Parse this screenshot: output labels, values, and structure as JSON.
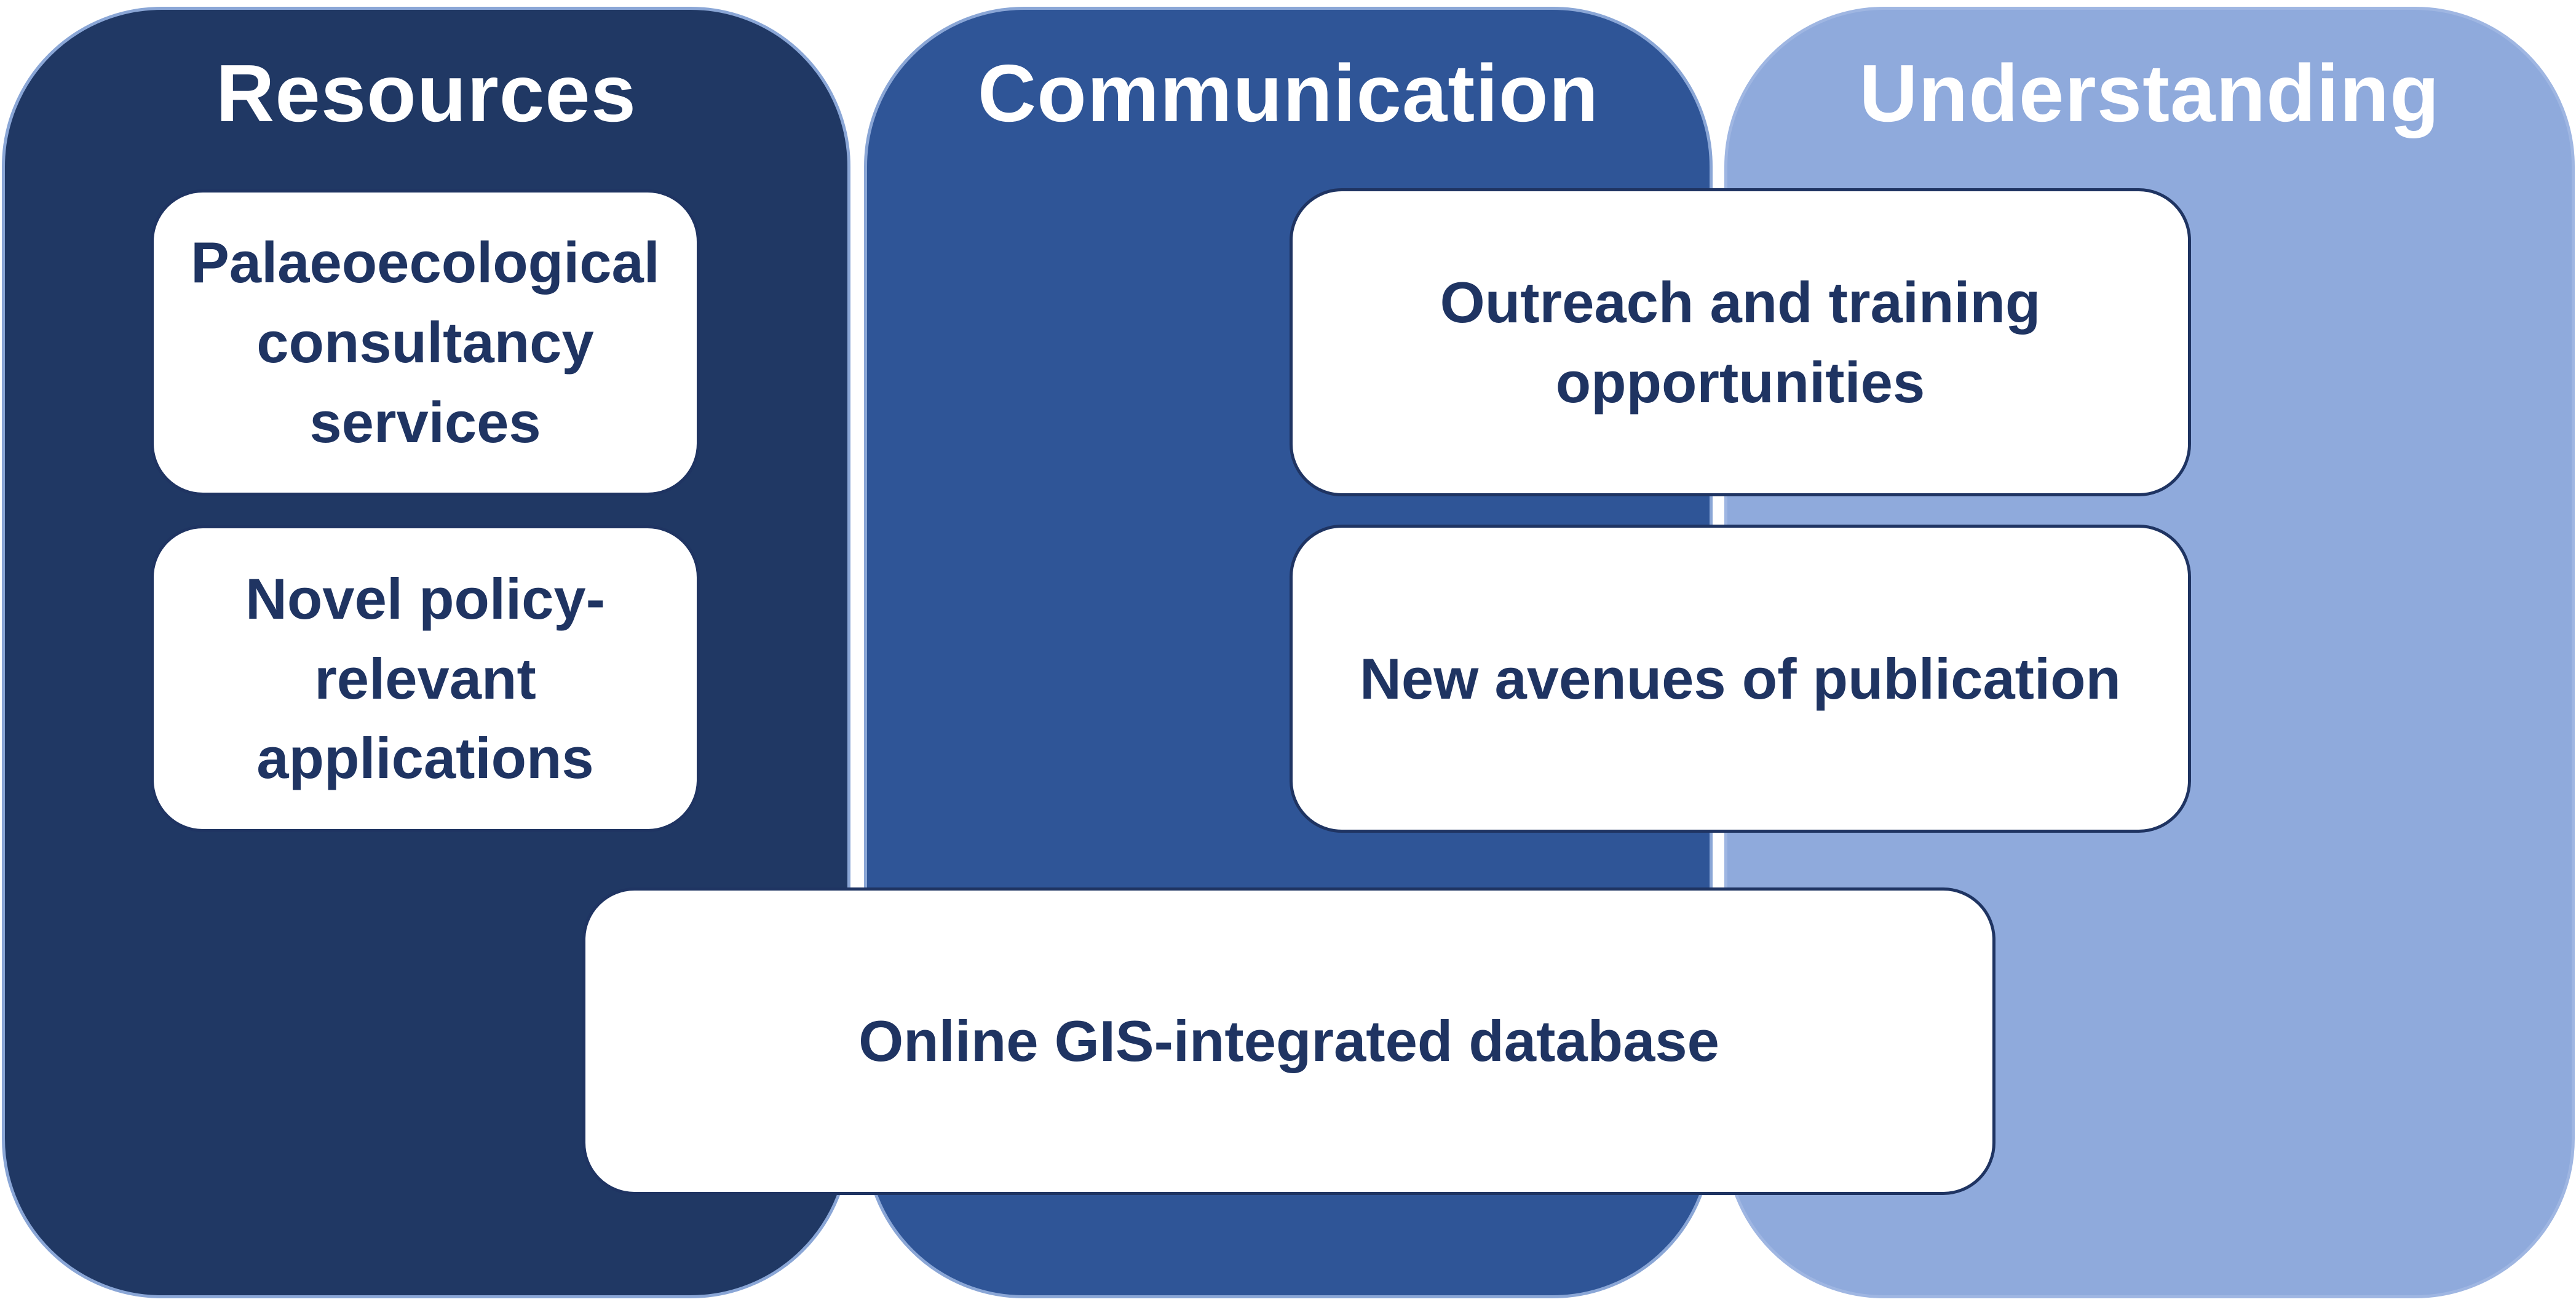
{
  "columns": [
    {
      "title": "Resources",
      "color": "#203864"
    },
    {
      "title": "Communication",
      "color": "#2f5597"
    },
    {
      "title": "Understanding",
      "color": "#8faadc"
    }
  ],
  "boxes": {
    "consultancy": "Palaeoecological consultancy services",
    "policy": "Novel policy-relevant applications",
    "outreach": "Outreach and training opportunities",
    "publication": "New avenues of publication",
    "database": "Online GIS-integrated database"
  },
  "colors": {
    "box_text": "#1f3462",
    "box_fill": "#ffffff"
  }
}
